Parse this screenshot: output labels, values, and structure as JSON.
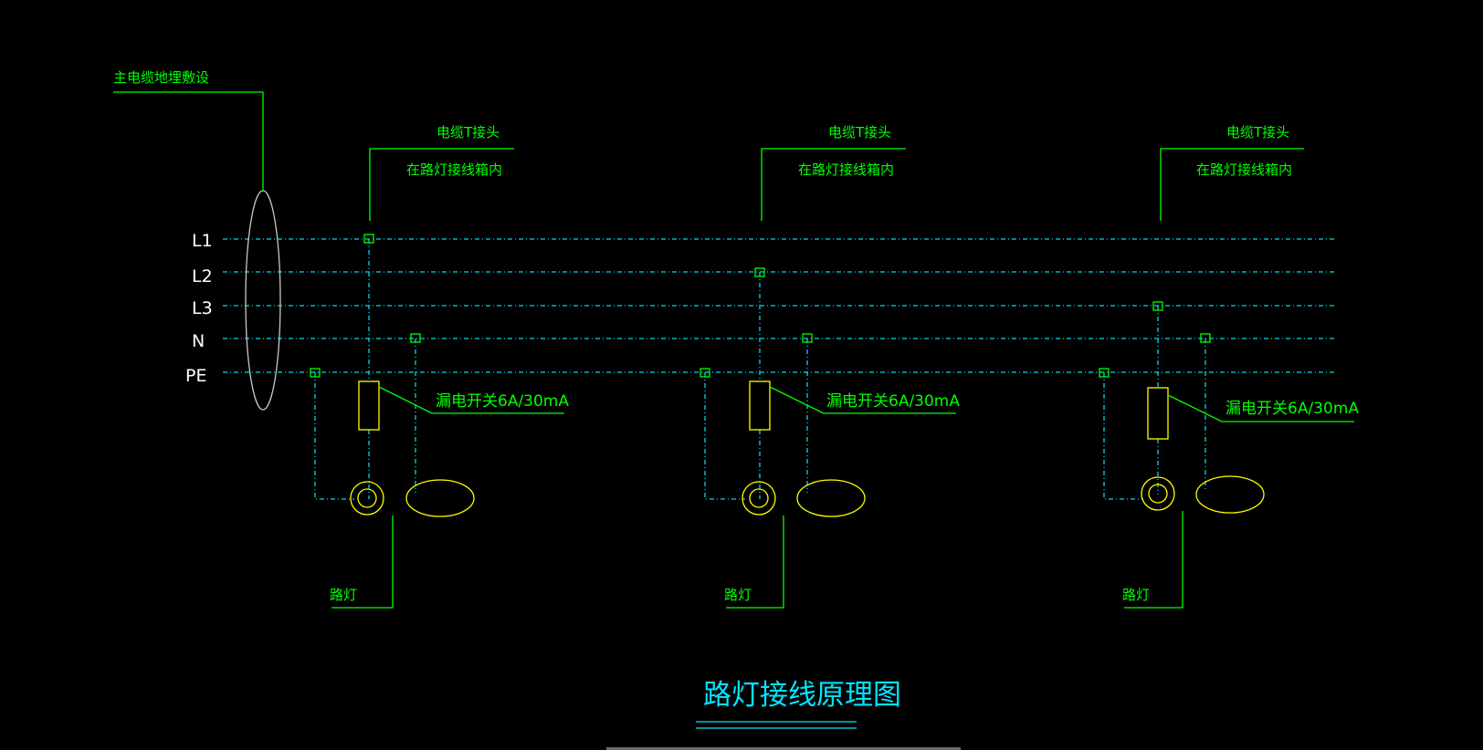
{
  "colors": {
    "background": "#000000",
    "bus_line": "#00d8e8",
    "leader_line": "#00ff00",
    "symbol": "#ffff00",
    "cable_ellipse": "#c8c8c8",
    "label_white": "#ffffff",
    "title": "#00e5ff"
  },
  "bus_labels": [
    "L1",
    "L2",
    "L3",
    "N",
    "PE"
  ],
  "main_cable": {
    "label": "主电缆地埋敷设"
  },
  "groups": [
    {
      "phase": "L1",
      "t_joint_label": "电缆T接头",
      "location_label": "在路灯接线箱内",
      "switch_label": "漏电开关6A/30mA",
      "lamp_label": "路灯"
    },
    {
      "phase": "L2",
      "t_joint_label": "电缆T接头",
      "location_label": "在路灯接线箱内",
      "switch_label": "漏电开关6A/30mA",
      "lamp_label": "路灯"
    },
    {
      "phase": "L3",
      "t_joint_label": "电缆T接头",
      "location_label": "在路灯接线箱内",
      "switch_label": "漏电开关6A/30mA",
      "lamp_label": "路灯"
    }
  ],
  "title": "路灯接线原理图"
}
